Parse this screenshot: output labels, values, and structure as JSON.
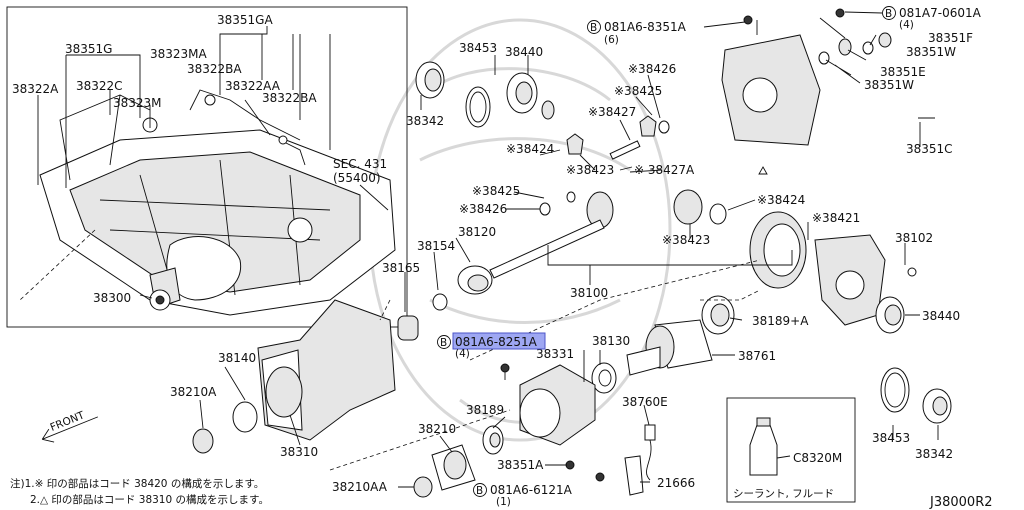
{
  "diagram_code": "J38000R2",
  "front_label": "FRONT",
  "notes": {
    "note1": "注)1.※ 印の部品はコード 38420 の構成を示します。",
    "note2": "2.△ 印の部品はコード 38310 の構成を示します。"
  },
  "sealant_label": "シーラント, フルード",
  "sec_ref": {
    "line1": "SEC. 431",
    "line2": "(55400)"
  },
  "inset_labels": {
    "p38351GA": "38351GA",
    "p38351G": "38351G",
    "p38323MA": "38323MA",
    "p38322BA_1": "38322BA",
    "p38322A": "38322A",
    "p38322C": "38322C",
    "p38322AA": "38322AA",
    "p38322BA_2": "38322BA",
    "p38323M": "38323M",
    "p38300": "38300"
  },
  "labels": {
    "p38453_top": "38453",
    "p38440_top": "38440",
    "p38342_top": "38342",
    "p38426_top": "※38426",
    "p38425_top": "※38425",
    "p38427": "※38427",
    "p38424_l": "※38424",
    "p38423_top": "※38423",
    "p38427A": "※ 38427A",
    "p38425_b": "※38425",
    "p38426_b": "※38426",
    "p38424_r": "※38424",
    "p38421": "※38421",
    "p38423_b": "※38423",
    "p38120": "38120",
    "p38154": "38154",
    "p38165": "38165",
    "p38100": "38100",
    "p38102": "38102",
    "p38189A": "38189+A",
    "p38440_r": "38440",
    "p38140": "38140",
    "p38210A": "38210A",
    "p38310": "38310",
    "p38331": "38331",
    "p38130": "38130",
    "p38761": "38761",
    "p38760E": "38760E",
    "p38189": "38189",
    "p38210": "38210",
    "p38351A": "38351A",
    "p38210AA": "38210AA",
    "p21666": "21666",
    "p38453_r": "38453",
    "p38342_r": "38342",
    "p38351F": "38351F",
    "p38351W_1": "38351W",
    "p38351E": "38351E",
    "p38351W_2": "38351W",
    "p38351C": "38351C",
    "c8320m": "C8320M"
  },
  "bolts": {
    "b1_code": "081A6-8351A",
    "b1_qty": "(6)",
    "b2_code": "081A7-0601A",
    "b2_qty": "(4)",
    "b3_code": "081A6-8251A",
    "b3_qty": "(4)",
    "b4_code": "081A6-6121A",
    "b4_qty": "(1)",
    "circle_letter": "B"
  },
  "highlight_color": "#9ea7f2"
}
